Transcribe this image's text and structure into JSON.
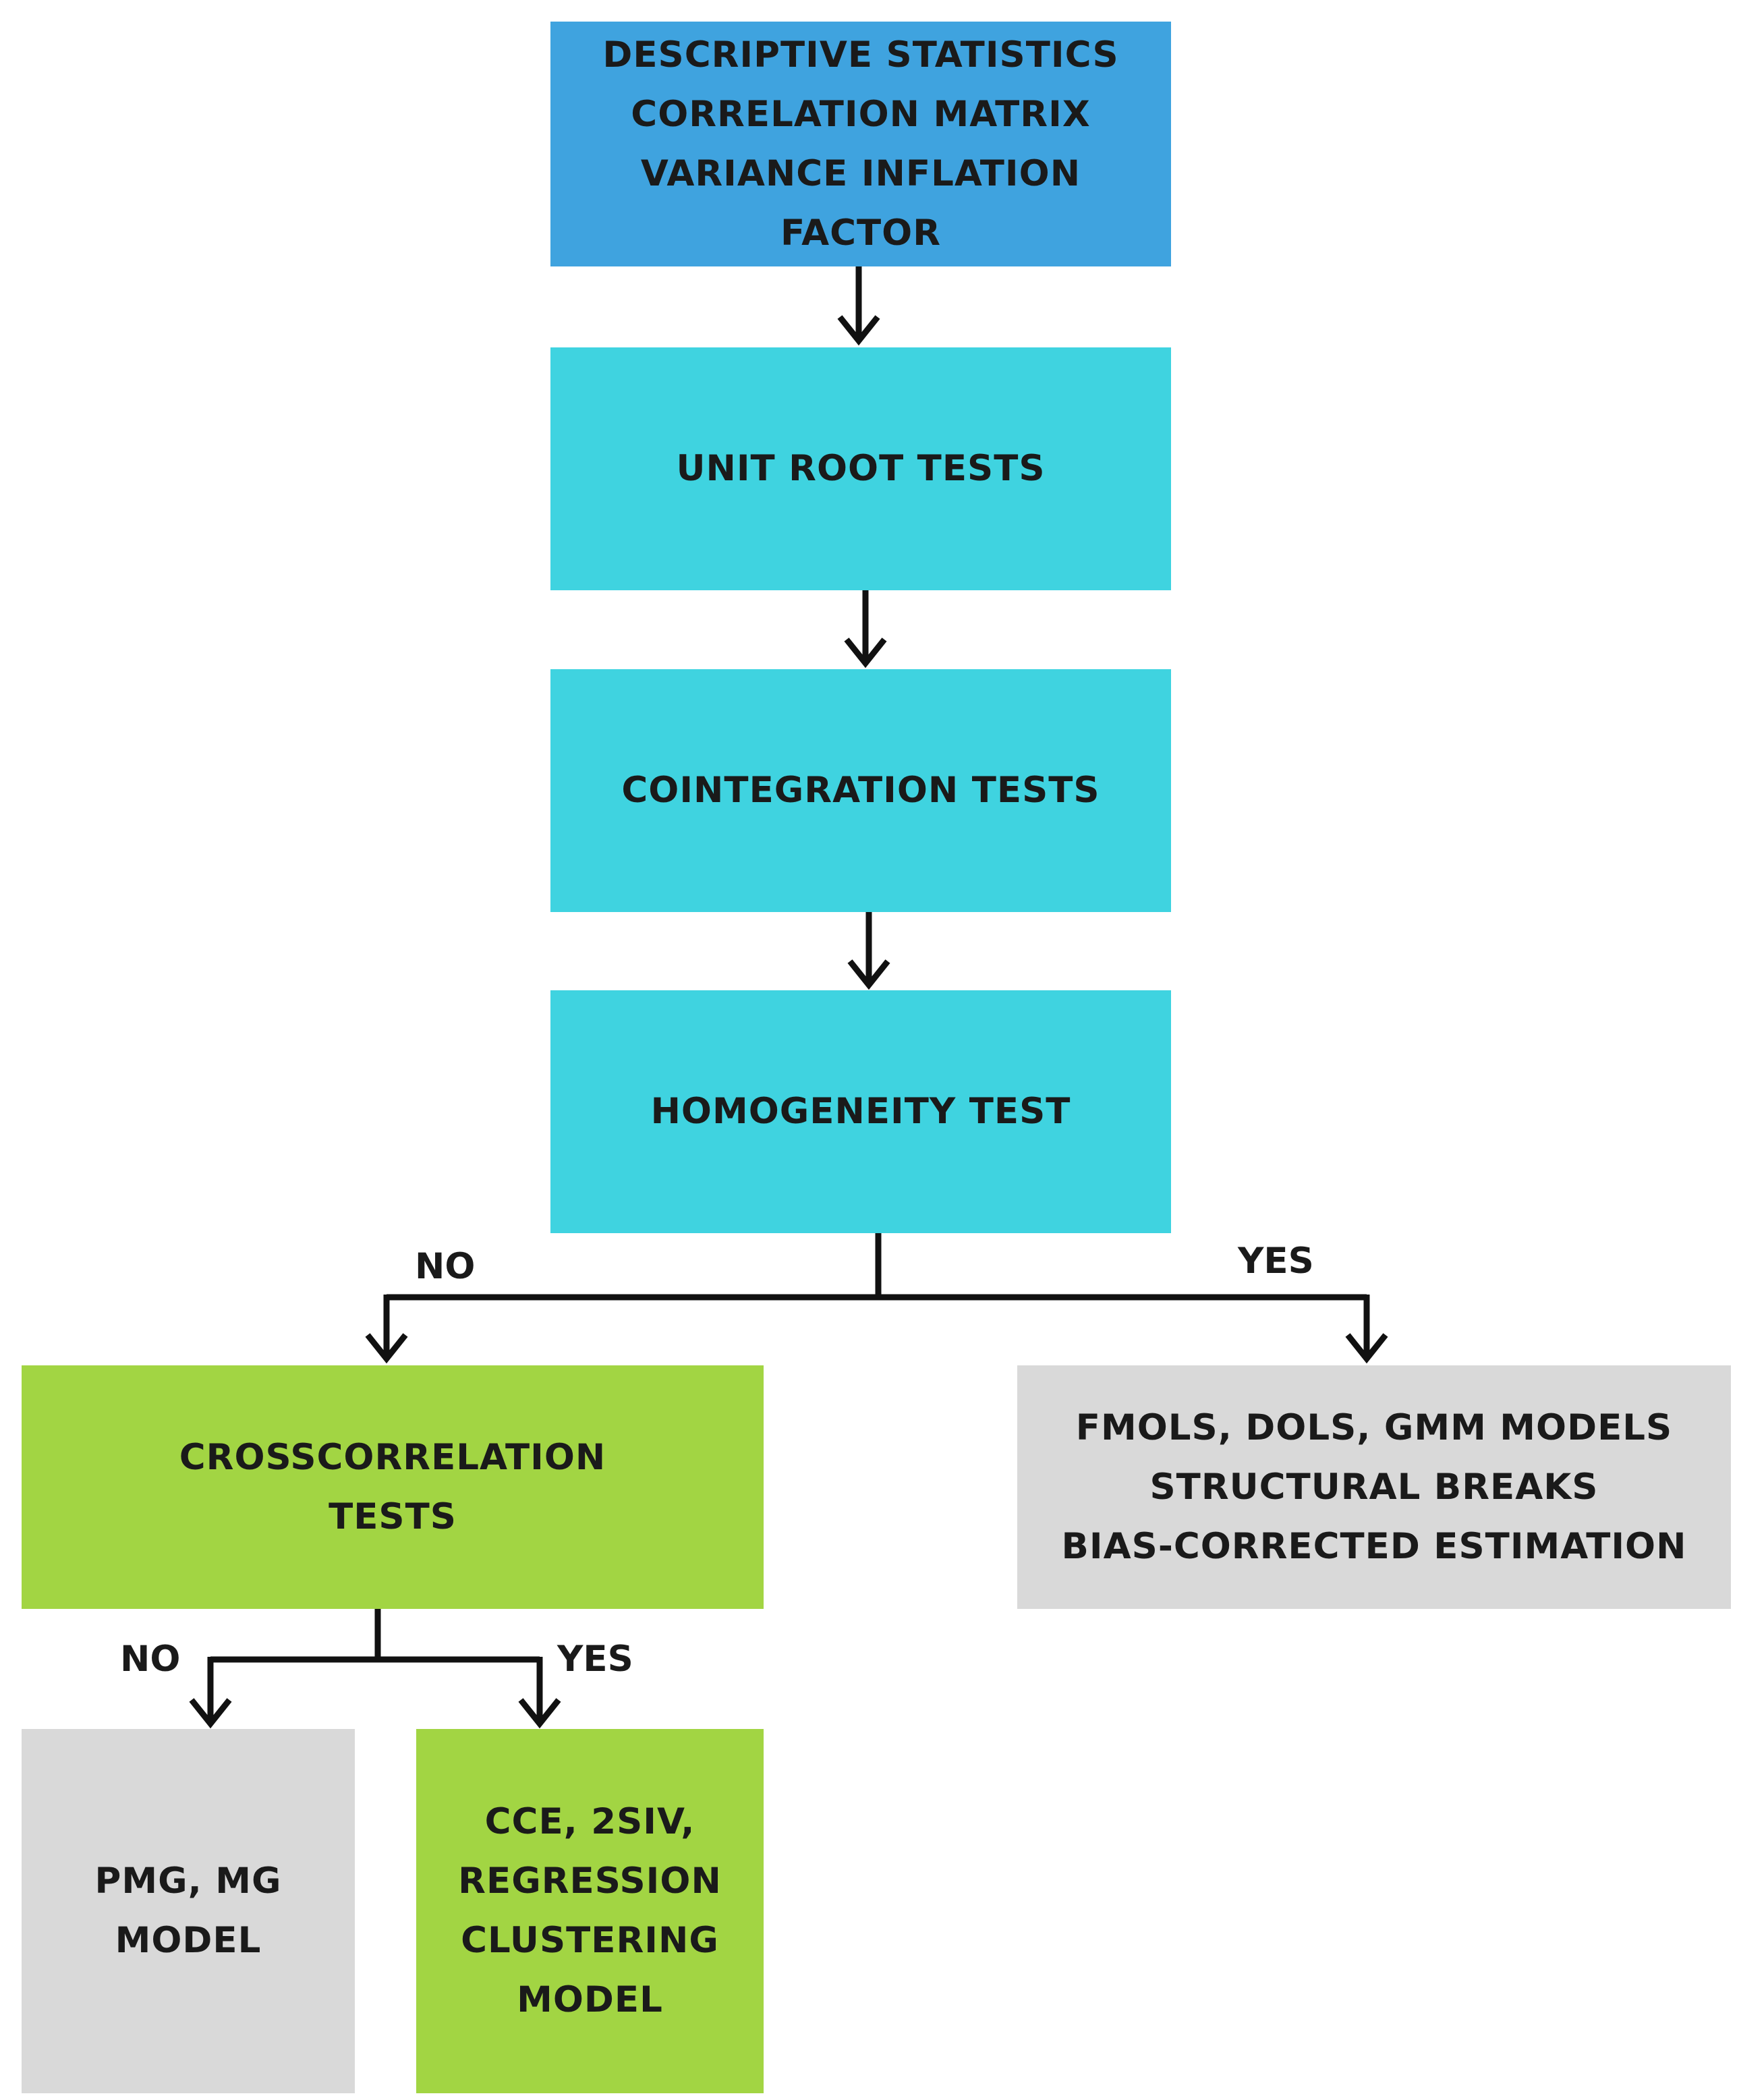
{
  "nodes": {
    "descriptive": {
      "lines": [
        "DESCRIPTIVE STATISTICS",
        "CORRELATION MATRIX",
        "VARIANCE INFLATION",
        "FACTOR"
      ],
      "color": "#3fa3df"
    },
    "unit_root": {
      "lines": [
        "UNIT ROOT TESTS"
      ],
      "color": "#3fd3e0"
    },
    "cointegration": {
      "lines": [
        "COINTEGRATION TESTS"
      ],
      "color": "#3fd3e0"
    },
    "homogeneity": {
      "lines": [
        "HOMOGENEITY TEST"
      ],
      "color": "#3fd3e0"
    },
    "crosscorrelation": {
      "lines": [
        "CROSSCORRELATION",
        "TESTS"
      ],
      "color": "#a2d543"
    },
    "fmols": {
      "lines": [
        "FMOLS, DOLS, GMM MODELS",
        "STRUCTURAL BREAKS",
        "BIAS-CORRECTED ESTIMATION"
      ],
      "color": "#d9d9d9"
    },
    "pmg": {
      "lines": [
        "PMG, MG",
        "MODEL"
      ],
      "color": "#d9d9d9"
    },
    "cce": {
      "lines": [
        "CCE, 2SIV,",
        "REGRESSION",
        "CLUSTERING",
        "MODEL"
      ],
      "color": "#a2d543"
    }
  },
  "branch_labels": {
    "homogeneity_no": "NO",
    "homogeneity_yes": "YES",
    "cross_no": "NO",
    "cross_yes": "YES"
  }
}
